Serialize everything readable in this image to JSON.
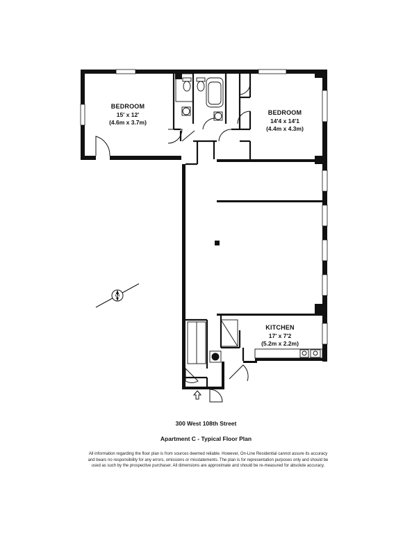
{
  "rooms": {
    "bedroom1": {
      "name": "BEDROOM",
      "dim_imperial": "15' x 12'",
      "dim_metric": "(4.6m x 3.7m)"
    },
    "bedroom2": {
      "name": "BEDROOM",
      "dim_imperial": "14'4 x 14'1",
      "dim_metric": "(4.4m x 4.3m)"
    },
    "kitchen": {
      "name": "KITCHEN",
      "dim_imperial": "17' x 7'2",
      "dim_metric": "(5.2m x 2.2m)"
    }
  },
  "compass_icon": "north-arrow",
  "entry_icon": "up-arrow",
  "footer": {
    "address": "300 West 108th Street",
    "subtitle": "Apartment C - Typical Floor Plan",
    "disclaimer_line1": "All information regarding the floor plan is from sources deemed reliable. However, On-Line Residential cannot assure its accuracy",
    "disclaimer_line2": "and bears no responsibility for any errors, omissions or misstatements. The plan is for representation purposes only and should be",
    "disclaimer_line3": "used as such by the prospective purchaser. All dimensions are approximate and should be re-measured for absolute accuracy."
  }
}
